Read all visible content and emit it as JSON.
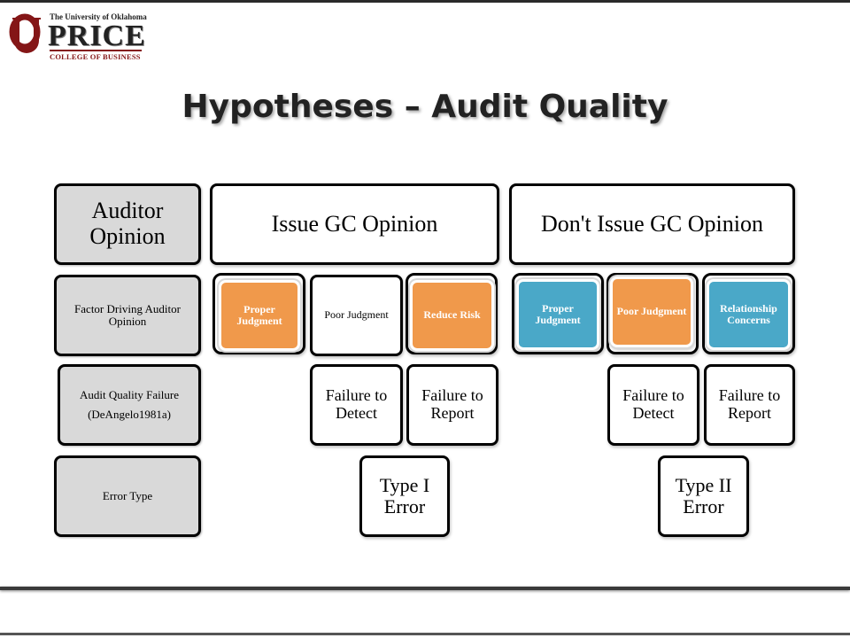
{
  "logo": {
    "university": "The University of Oklahoma",
    "name": "PRICE",
    "college": "COLLEGE OF BUSINESS",
    "mark": "OU"
  },
  "title": "Hypotheses – Audit Quality",
  "row_labels": {
    "auditor_opinion": "Auditor Opinion",
    "factor": "Factor Driving Auditor Opinion",
    "audit_quality_failure": "Audit Quality Failure",
    "citation": "(DeAngelo1981a)",
    "error_type": "Error Type"
  },
  "issue_gc": {
    "header": "Issue GC Opinion",
    "factors": [
      "Proper Judgment",
      "Poor Judgment",
      "Reduce Risk"
    ],
    "failures": [
      "Failure to Detect",
      "Failure to Report"
    ],
    "error": "Type I Error"
  },
  "dont_issue_gc": {
    "header": "Don't Issue GC Opinion",
    "factors": [
      "Proper Judgment",
      "Poor Judgment",
      "Relationship Concerns"
    ],
    "failures": [
      "Failure to Detect",
      "Failure to Report"
    ],
    "error": "Type II Error"
  },
  "colors": {
    "orange": "#f0994b",
    "blue": "#4aa8c8",
    "grey": "#d9d9d9",
    "ou_crimson": "#841617"
  }
}
